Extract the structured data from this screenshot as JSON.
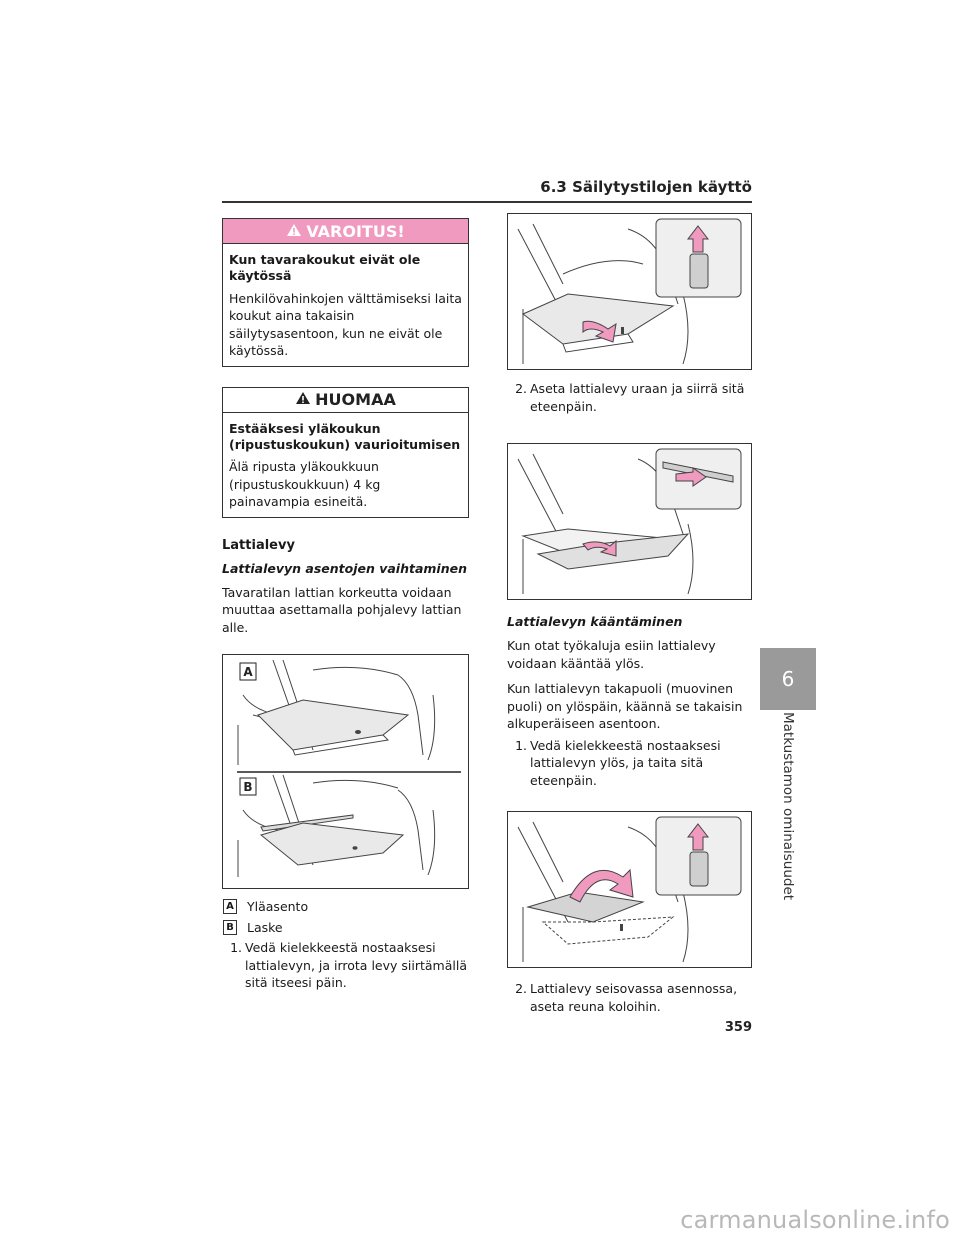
{
  "header": {
    "section_title": "6.3 Säilytystilojen käyttö"
  },
  "warning": {
    "title": "VAROITUS!",
    "subtitle": "Kun tavarakoukut eivät ole käytössä",
    "text": "Henkilövahinkojen välttämiseksi laita koukut aina takaisin säilytysasentoon, kun ne eivät ole käytössä."
  },
  "notice": {
    "title": "HUOMAA",
    "subtitle": "Estääksesi yläkoukun (ripustuskoukun) vaurioitumisen",
    "text": "Älä ripusta yläkoukkuun (ripustuskoukkuun) 4 kg painavampia esineitä."
  },
  "left": {
    "heading": "Lattialevy",
    "subheading": "Lattialevyn asentojen vaihtaminen",
    "intro": "Tavaratilan lattian korkeutta voidaan muuttaa asettamalla pohjalevy lattian alle.",
    "figure_labels": [
      "A",
      "B"
    ],
    "legend": [
      {
        "label": "A",
        "text": "Yläasento"
      },
      {
        "label": "B",
        "text": "Laske"
      }
    ],
    "step1": {
      "num": "1.",
      "text": "Vedä kielekkeestä nostaaksesi lattialevyn, ja irrota levy siirtämällä sitä itseesi päin."
    }
  },
  "right": {
    "step2": {
      "num": "2.",
      "text": "Aseta lattialevy uraan ja siirrä sitä eteenpäin."
    },
    "subheading": "Lattialevyn kääntäminen",
    "para1": "Kun otat työkaluja esiin lattialevy voidaan kääntää ylös.",
    "para2": "Kun lattialevyn takapuoli (muovinen puoli) on ylöspäin, käännä se takaisin alkuperäiseen asentoon.",
    "step3": {
      "num": "1.",
      "text": "Vedä kielekkeestä nostaaksesi lattialevyn ylös, ja taita sitä eteenpäin."
    },
    "step4": {
      "num": "2.",
      "text": "Lattialevy seisovassa asennossa, aseta reuna koloihin."
    }
  },
  "side_tab": {
    "number": "6",
    "label": "Matkustamon ominaisuudet"
  },
  "page_number": "359",
  "watermark": "carmanualsonline.info",
  "colors": {
    "accent_pink": "#f09ac0",
    "tab_gray": "#9a9a9a"
  }
}
